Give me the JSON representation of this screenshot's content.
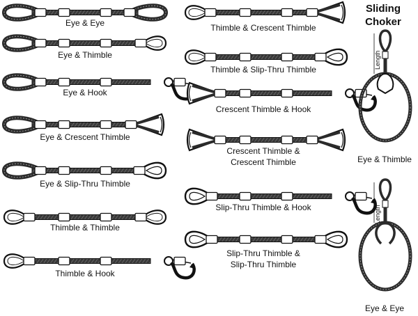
{
  "colors": {
    "ink": "#111111",
    "rope": "#2b2b2b",
    "paper": "#ffffff"
  },
  "slings": [
    {
      "label_lines": [
        "Eye & Eye"
      ],
      "left": "eye",
      "right": "eye"
    },
    {
      "label_lines": [
        "Eye & Thimble"
      ],
      "left": "eye",
      "right": "thimble"
    },
    {
      "label_lines": [
        "Eye & Hook"
      ],
      "left": "eye",
      "right": "hook"
    },
    {
      "label_lines": [
        "Eye & Crescent Thimble"
      ],
      "left": "eye",
      "right": "crescent"
    },
    {
      "label_lines": [
        "Eye & Slip-Thru Thimble"
      ],
      "left": "eye",
      "right": "slipthru"
    },
    {
      "label_lines": [
        "Thimble & Thimble"
      ],
      "left": "thimble",
      "right": "thimble"
    },
    {
      "label_lines": [
        "Thimble & Hook"
      ],
      "left": "thimble",
      "right": "hook"
    },
    {
      "label_lines": [
        "Thimble & Crescent Thimble"
      ],
      "left": "thimble",
      "right": "crescent"
    },
    {
      "label_lines": [
        "Thimble & Slip-Thru Thimble"
      ],
      "left": "thimble",
      "right": "slipthru"
    },
    {
      "label_lines": [
        "Crescent Thimble & Hook"
      ],
      "left": "crescent",
      "right": "hook"
    },
    {
      "label_lines": [
        "Crescent Thimble &",
        "Crescent Thimble"
      ],
      "left": "crescent",
      "right": "crescent"
    },
    {
      "label_lines": [
        "Slip-Thru Thimble & Hook"
      ],
      "left": "slipthru",
      "right": "hook"
    },
    {
      "label_lines": [
        "Slip-Thru Thimble &",
        "Slip-Thru Thimble"
      ],
      "left": "slipthru",
      "right": "slipthru"
    }
  ],
  "sliding_choker": {
    "title_lines": [
      "Sliding",
      "Choker"
    ],
    "length_label": "Length",
    "variants": [
      {
        "label": "Eye & Thimble",
        "type": "thimble"
      },
      {
        "label": "Eye & Eye",
        "type": "eye"
      }
    ]
  }
}
